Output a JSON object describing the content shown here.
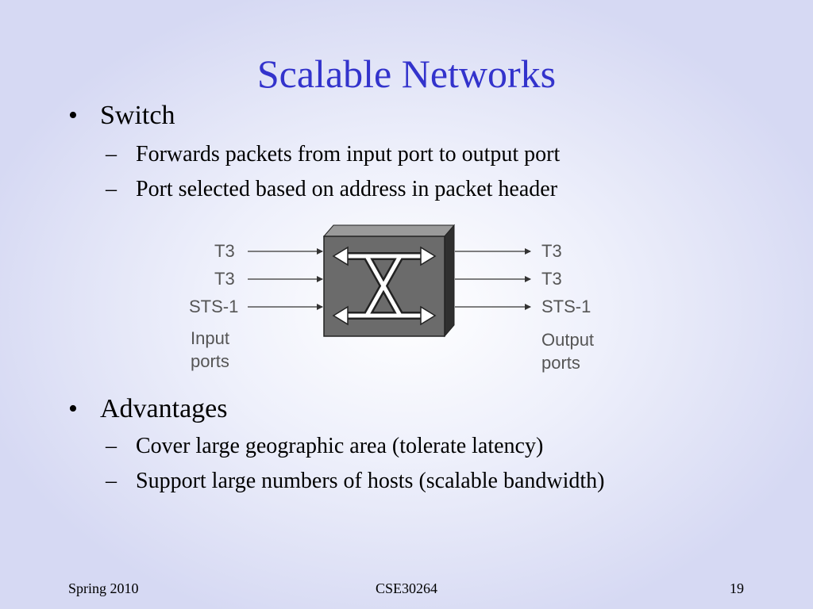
{
  "slide": {
    "title": "Scalable Networks",
    "bullets": [
      {
        "symbol": "•",
        "text": "Switch",
        "subs": [
          {
            "symbol": "–",
            "text": "Forwards packets from input port to output port"
          },
          {
            "symbol": "–",
            "text": "Port selected based on address in packet header"
          }
        ]
      },
      {
        "symbol": "•",
        "text": "Advantages",
        "subs": [
          {
            "symbol": "–",
            "text": "Cover large geographic area (tolerate latency)"
          },
          {
            "symbol": "–",
            "text": "Support large numbers of hosts (scalable bandwidth)"
          }
        ]
      }
    ]
  },
  "diagram": {
    "inputs": [
      "T3",
      "T3",
      "STS-1"
    ],
    "outputs": [
      "T3",
      "T3",
      "STS-1"
    ],
    "input_caption": [
      "Input",
      "ports"
    ],
    "output_caption": [
      "Output",
      "ports"
    ],
    "box_color": "#6b6b6b",
    "box_side_color": "#2f2f2f"
  },
  "footer": {
    "left": "Spring 2010",
    "center": "CSE30264",
    "right": "19"
  },
  "colors": {
    "title": "#3333cc",
    "text": "#000000",
    "background_center": "#ffffff",
    "background_edge": "#d6d9f3"
  }
}
